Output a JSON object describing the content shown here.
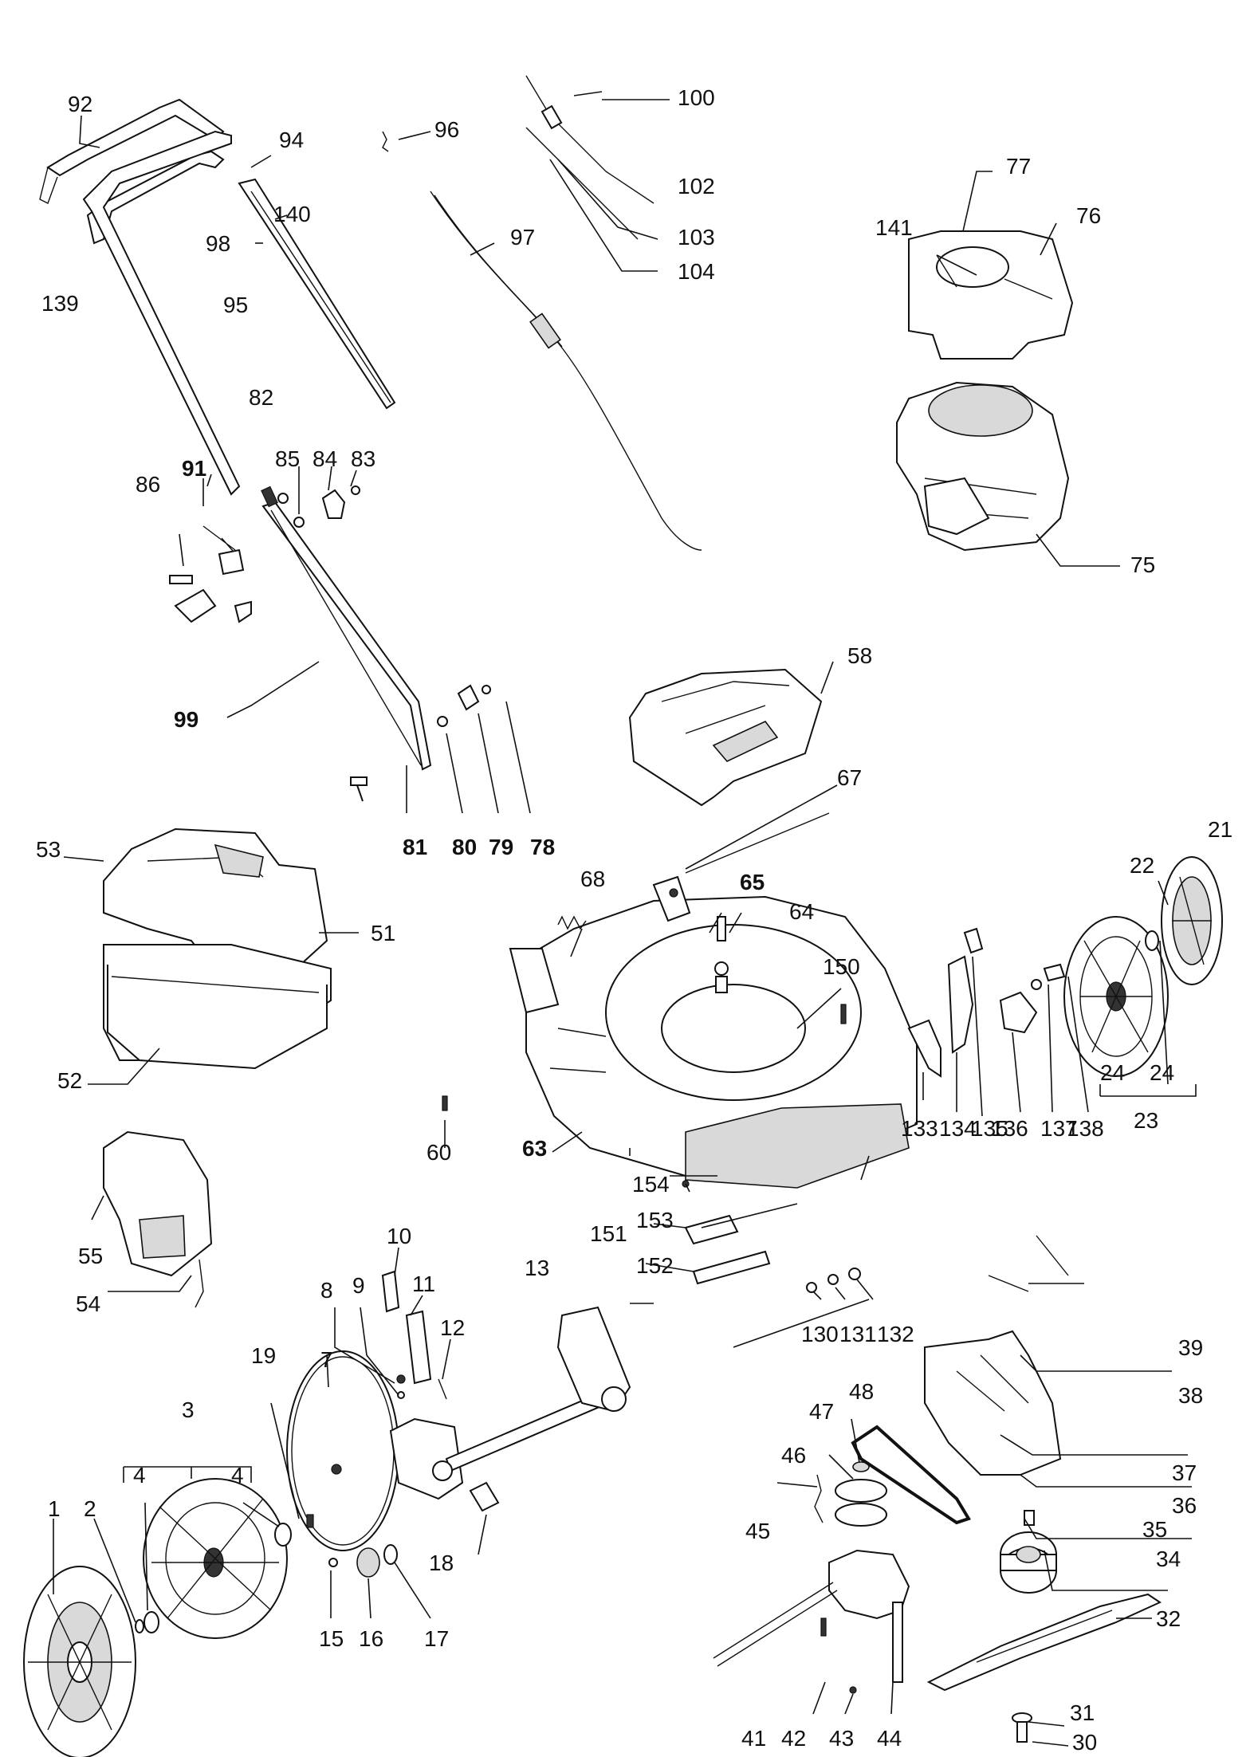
{
  "title": "",
  "labels": {
    "p1": "1",
    "p2": "2",
    "p3": "3",
    "p4a": "4",
    "p4b": "4",
    "p7": "7",
    "p8": "8",
    "p9": "9",
    "p10": "10",
    "p11": "11",
    "p12": "12",
    "p13": "13",
    "p15": "15",
    "p16": "16",
    "p17": "17",
    "p18": "18",
    "p19": "19",
    "p21": "21",
    "p22": "22",
    "p23": "23",
    "p24a": "24",
    "p24b": "24",
    "p30": "30",
    "p31": "31",
    "p32": "32",
    "p34": "34",
    "p35": "35",
    "p36": "36",
    "p37": "37",
    "p38": "38",
    "p39": "39",
    "p41": "41",
    "p42": "42",
    "p43": "43",
    "p44": "44",
    "p45": "45",
    "p46": "46",
    "p47": "47",
    "p48": "48",
    "p51": "51",
    "p52": "52",
    "p53": "53",
    "p54": "54",
    "p55": "55",
    "p58": "58",
    "p60": "60",
    "p63": "63",
    "p64": "64",
    "p65": "65",
    "p67": "67",
    "p68": "68",
    "p75": "75",
    "p76": "76",
    "p77": "77",
    "p78": "78",
    "p79": "79",
    "p80": "80",
    "p81": "81",
    "p82": "82",
    "p83": "83",
    "p84": "84",
    "p85": "85",
    "p86": "86",
    "p91": "91",
    "p92": "92",
    "p94": "94",
    "p95": "95",
    "p96": "96",
    "p97": "97",
    "p98": "98",
    "p99": "99",
    "p100": "100",
    "p102": "102",
    "p103": "103",
    "p104": "104",
    "p130": "130",
    "p131": "131",
    "p132": "132",
    "p133": "133",
    "p134": "134",
    "p135": "135",
    "p136": "136",
    "p137": "137",
    "p138": "138",
    "p139": "139",
    "p140": "140",
    "p141": "141",
    "p150": "150",
    "p151": "151",
    "p152": "152",
    "p153": "153",
    "p154": "154"
  }
}
